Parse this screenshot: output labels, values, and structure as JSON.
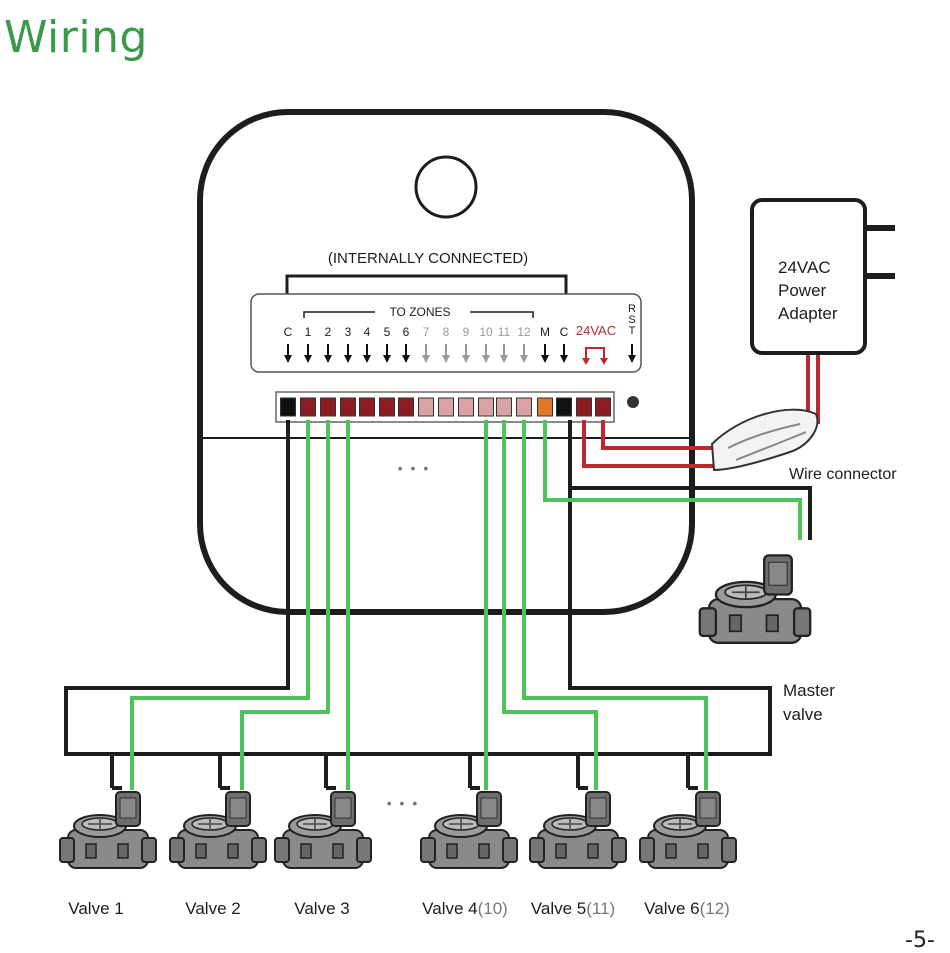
{
  "title": "Wiring",
  "page_number": "-5-",
  "controller": {
    "internally_connected_label": "(INTERNALLY CONNECTED)",
    "to_zones_label": "TO ZONES",
    "terminals": [
      "C",
      "1",
      "2",
      "3",
      "4",
      "5",
      "6",
      "7",
      "8",
      "9",
      "10",
      "11",
      "12",
      "M",
      "C"
    ],
    "power_label": "24VAC",
    "reset_label_chars": [
      "R",
      "S",
      "T"
    ],
    "ellipsis": "• • •"
  },
  "adapter": {
    "lines": [
      "24VAC",
      "Power",
      "Adapter"
    ]
  },
  "wire_connector_label": "Wire connector",
  "master_valve": {
    "lines": [
      "Master",
      "valve"
    ]
  },
  "valves_ellipsis": "• • •",
  "valves": [
    {
      "name": "Valve 1",
      "alt": ""
    },
    {
      "name": "Valve 2",
      "alt": ""
    },
    {
      "name": "Valve 3",
      "alt": ""
    },
    {
      "name": "Valve 4",
      "alt": "(10)"
    },
    {
      "name": "Valve 5",
      "alt": "(11)"
    },
    {
      "name": "Valve 6",
      "alt": "(12)"
    }
  ],
  "colors": {
    "title_green": "#3a9a48",
    "wire_green": "#4cc25a",
    "wire_red": "#c0272d",
    "active_terminal": "#8b1c22",
    "inactive_terminal": "#d9a3a6",
    "master_terminal": "#e0782a",
    "common_terminal": "#111111"
  }
}
